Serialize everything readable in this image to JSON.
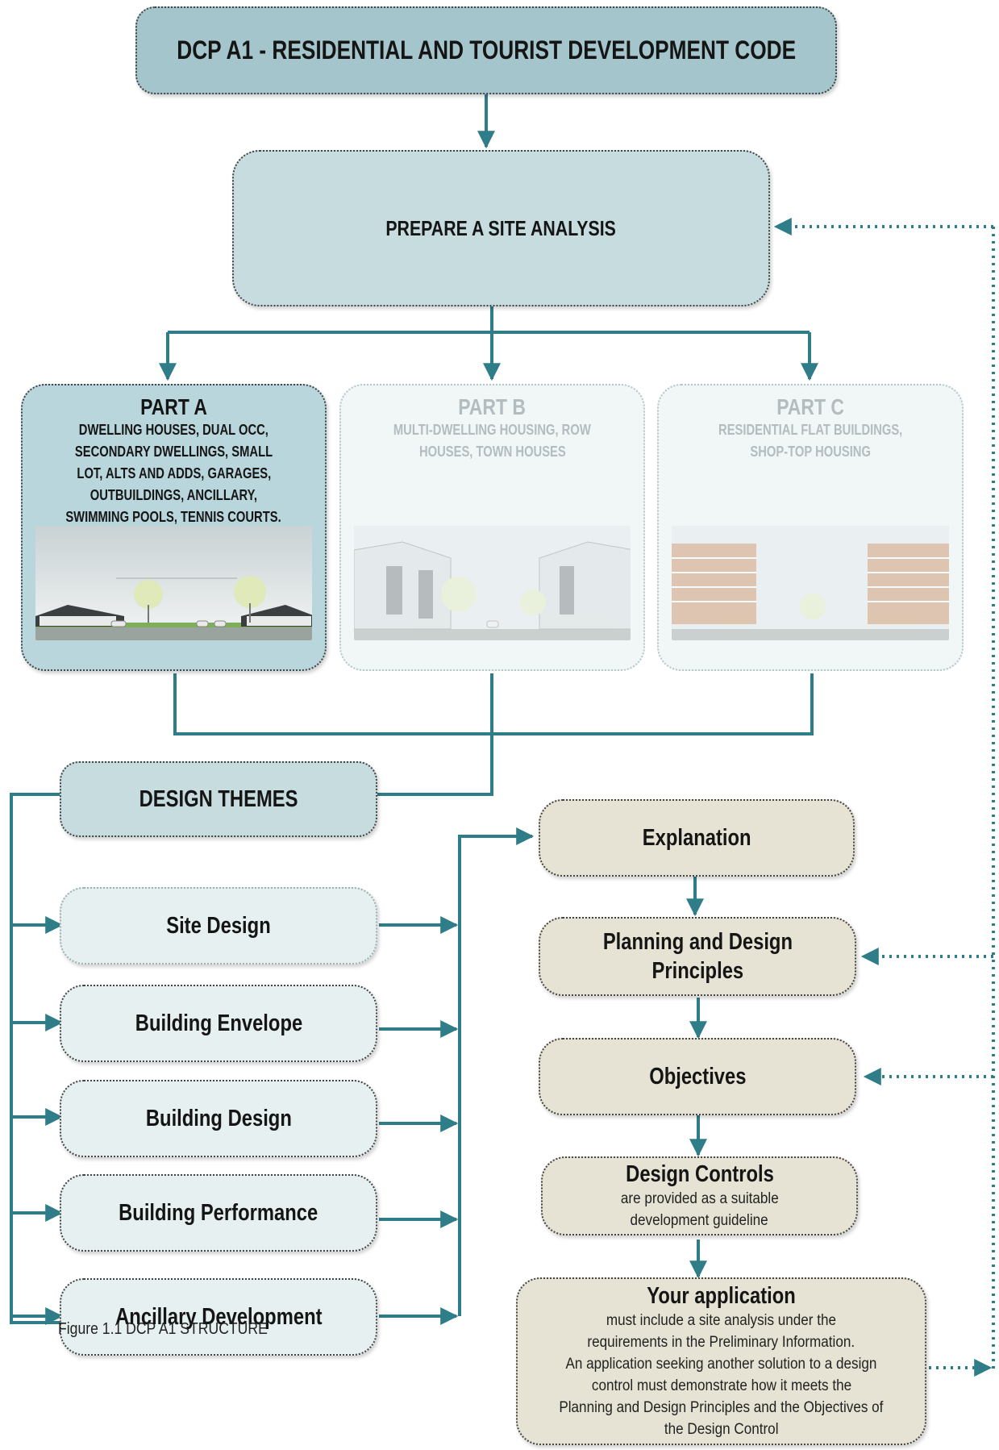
{
  "colors": {
    "connector": "#2f7d88",
    "title_fill": "#a4c5cb",
    "site_fill": "#c6dcdf",
    "part_a_fill": "#b9d6dc",
    "theme_fill": "#e6f0f1",
    "process_fill": "#e7e3d4",
    "faded_text": "#b3bcbf"
  },
  "header": {
    "title": "DCP A1 - RESIDENTIAL AND TOURIST DEVELOPMENT CODE"
  },
  "site_analysis": {
    "label": "PREPARE A SITE ANALYSIS"
  },
  "parts": [
    {
      "title": "PART A",
      "lines": [
        "DWELLING HOUSES, DUAL OCC,",
        "SECONDARY DWELLINGS, SMALL",
        "LOT, ALTS AND ADDS, GARAGES,",
        "OUTBUILDINGS, ANCILLARY,",
        "SWIMMING POOLS, TENNIS COURTS."
      ]
    },
    {
      "title": "PART B",
      "lines": [
        "MULTI-DWELLING HOUSING, ROW",
        "HOUSES, TOWN HOUSES"
      ]
    },
    {
      "title": "PART C",
      "lines": [
        "RESIDENTIAL FLAT BUILDINGS,",
        "SHOP-TOP HOUSING"
      ]
    }
  ],
  "design_themes": {
    "label": "DESIGN THEMES",
    "items": [
      "Site Design",
      "Building Envelope",
      "Building Design",
      "Building Performance",
      "Ancillary Development"
    ]
  },
  "process": {
    "explanation": "Explanation",
    "principles": [
      "Planning and Design",
      "Principles"
    ],
    "objectives": "Objectives",
    "controls": {
      "title": "Design Controls",
      "lines": [
        "are provided as a suitable",
        "development guideline"
      ]
    },
    "application": {
      "title": "Your application",
      "lines": [
        "must include a site analysis under the",
        "requirements in the Preliminary Information.",
        "An application seeking another solution to a design",
        "control must demonstrate how it meets the",
        "Planning and Design Principles and the Objectives of",
        "the Design Control"
      ]
    }
  },
  "caption": "Figure 1.1  DCP A1 STRUCTURE"
}
